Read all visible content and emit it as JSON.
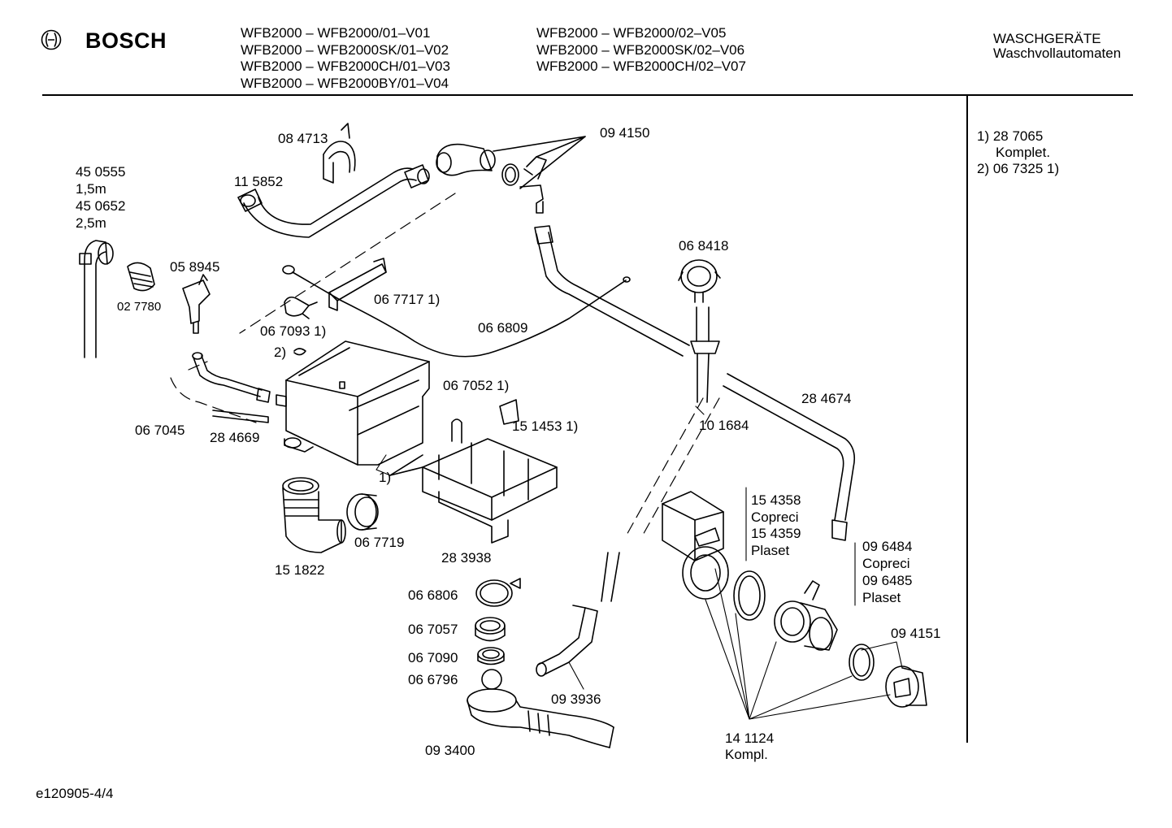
{
  "header": {
    "brand": "BOSCH",
    "models_col1": [
      "WFB2000 – WFB2000/01–V01",
      "WFB2000 – WFB2000SK/01–V02",
      "WFB2000 – WFB2000CH/01–V03",
      "WFB2000 – WFB2000BY/01–V04"
    ],
    "models_col2": [
      "WFB2000 – WFB2000/02–V05",
      "WFB2000 – WFB2000SK/02–V06",
      "WFB2000 – WFB2000CH/02–V07"
    ],
    "category": "WASCHGERÄTE",
    "subcategory": "Waschvollautomaten"
  },
  "notes": [
    "1) 28 7065",
    "Komplet.",
    "2) 06 7325 1)"
  ],
  "labels": {
    "p084713": "08 4713",
    "p094150": "09 4150",
    "p115852": "11 5852",
    "p450555": "45 0555",
    "len15": "1,5m",
    "p450652": "45 0652",
    "len25": "2,5m",
    "p058945": "05 8945",
    "p027780": "02 7780",
    "p0677171": "06 7717 1)",
    "p0670931": "06 7093 1)",
    "p066809": "06 6809",
    "n2": "2)",
    "p068418": "06 8418",
    "p067045": "06 7045",
    "p284669": "28 4669",
    "p0670521": "06 7052 1)",
    "p1514531": "15 1453 1)",
    "p284674": "28 4674",
    "p101684": "10 1684",
    "n1": "1)",
    "p067719": "06 7719",
    "p151822": "15 1822",
    "p283938": "28 3938",
    "p154358": "15 4358",
    "copreci1": "Copreci",
    "p154359": "15 4359",
    "plaset1": "Plaset",
    "p096484": "09 6484",
    "copreci2": "Copreci",
    "p096485": "09 6485",
    "plaset2": "Plaset",
    "p066806": "06 6806",
    "p067057": "06 7057",
    "p067090": "06 7090",
    "p066796": "06 6796",
    "p094151": "09 4151",
    "p093936": "09 3936",
    "p093400": "09 3400",
    "p141124": "14 1124",
    "kompl": "Kompl."
  },
  "footer": {
    "drawing_id": "e120905-4/4"
  }
}
